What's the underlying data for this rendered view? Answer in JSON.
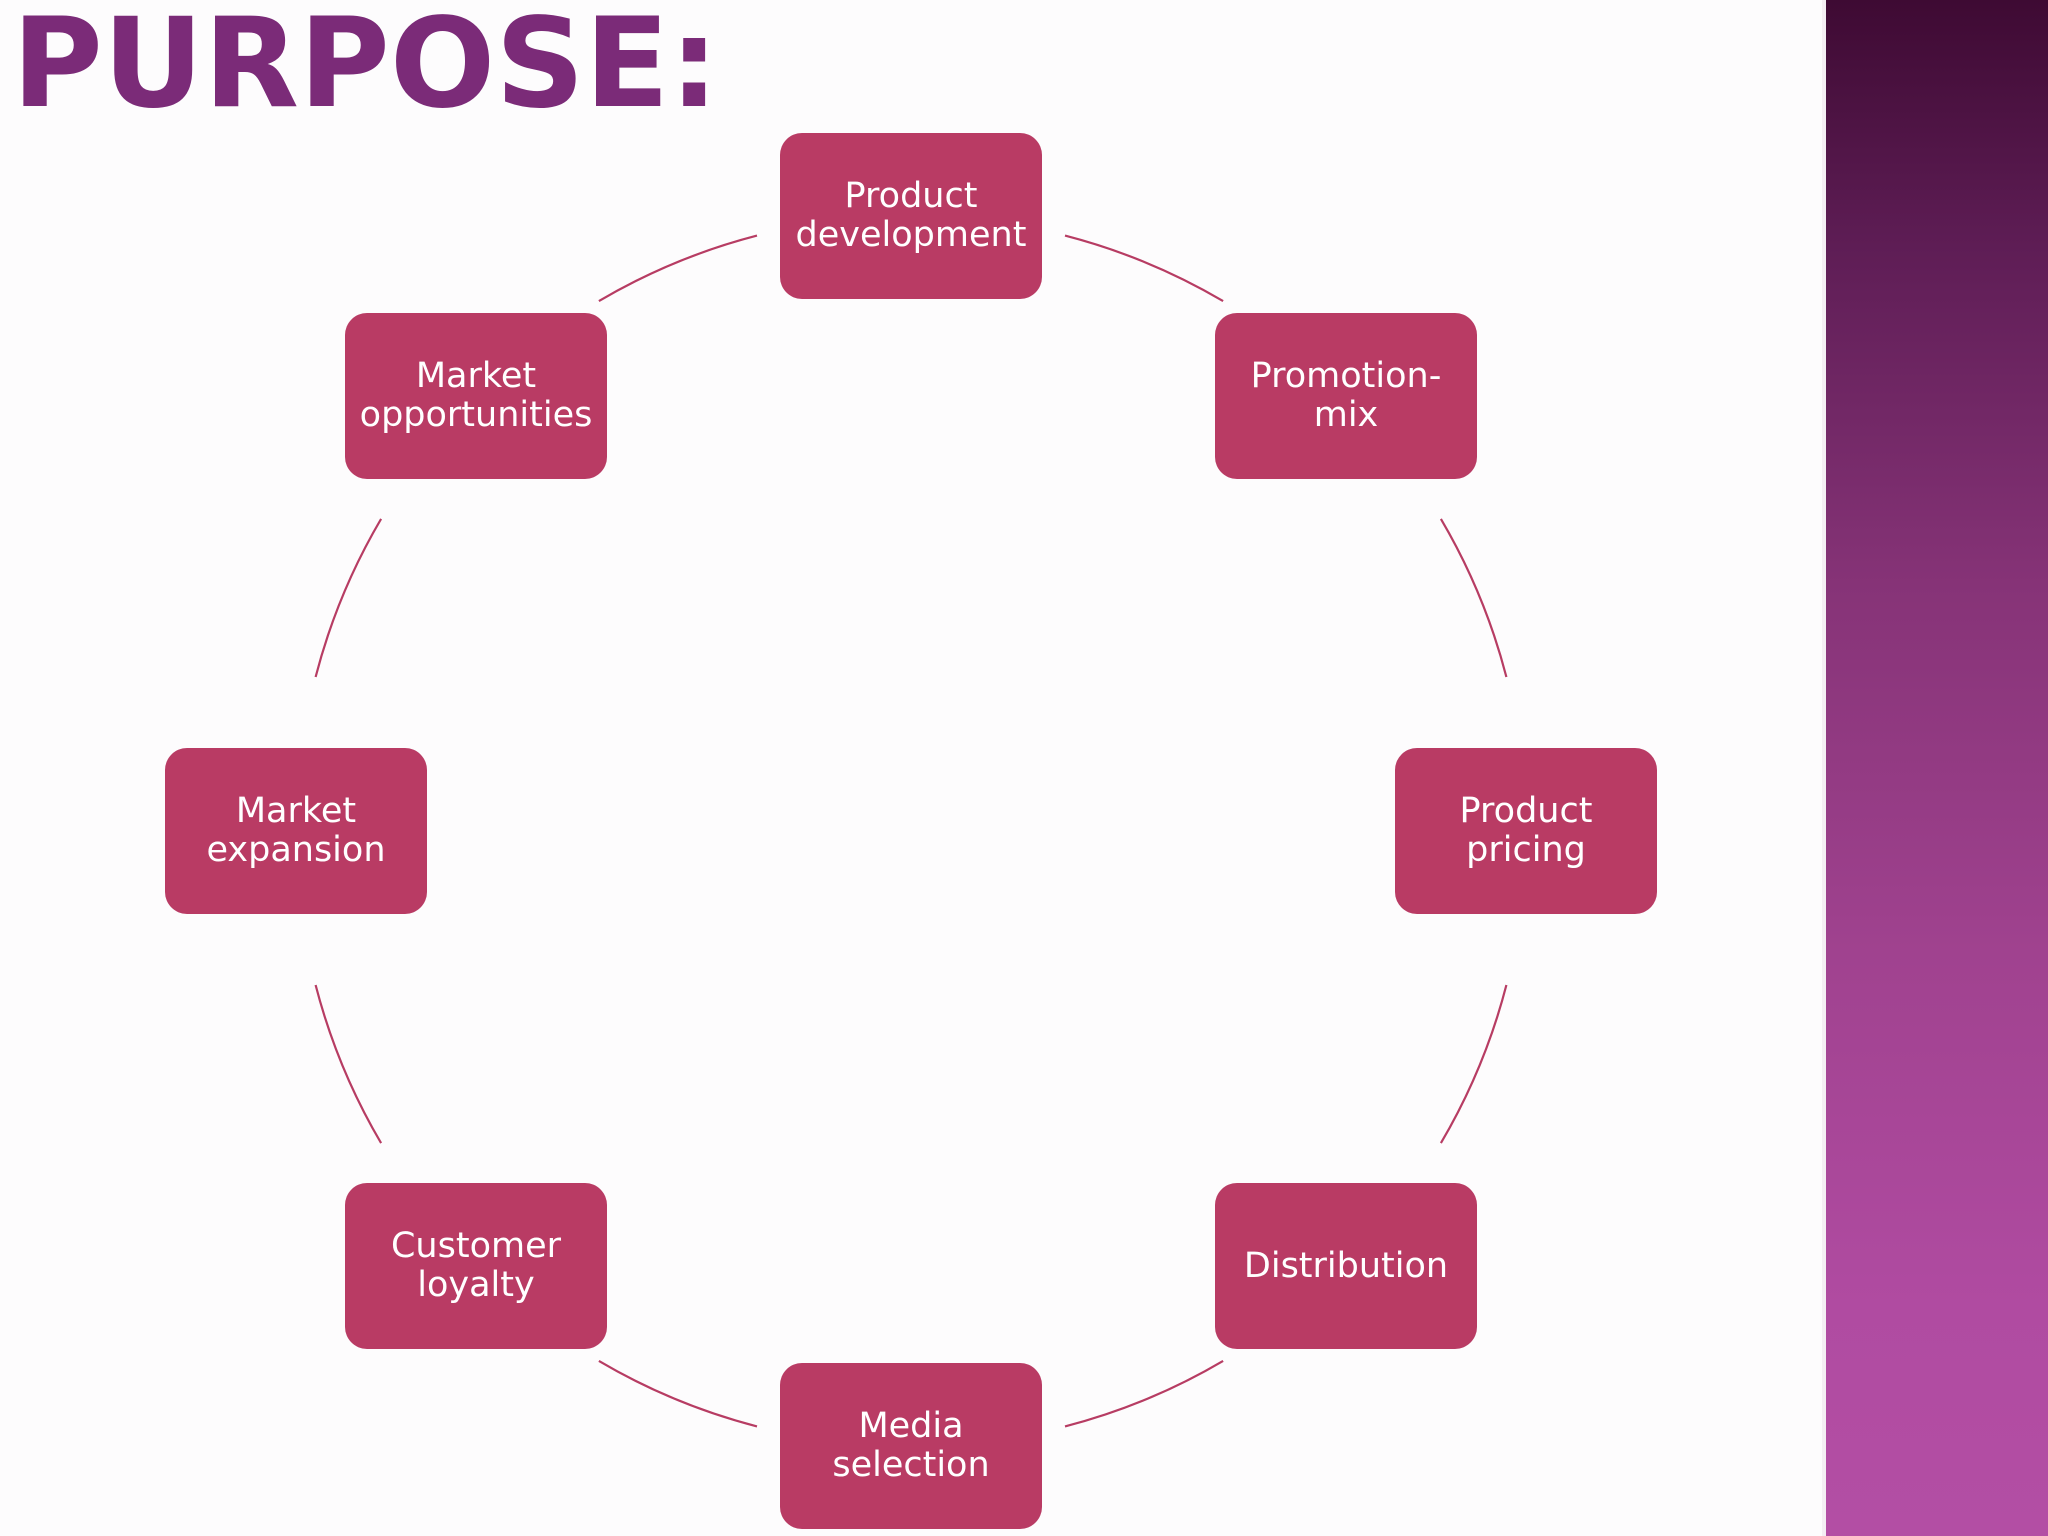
{
  "title": "PURPOSE:",
  "colors": {
    "title": "#7b2b78",
    "node_fill": "#b93b64",
    "connector": "#b73c63",
    "panel_top": "#3e0a33",
    "panel_bottom": "#b34ea4"
  },
  "cycle": {
    "nodes": [
      {
        "label": "Product\ndevelopment"
      },
      {
        "label": "Promotion-\nmix"
      },
      {
        "label": "Product\npricing"
      },
      {
        "label": "Distribution"
      },
      {
        "label": "Media\nselection"
      },
      {
        "label": "Customer\nloyalty"
      },
      {
        "label": "Market\nexpansion"
      },
      {
        "label": "Market\nopportunities"
      }
    ]
  }
}
